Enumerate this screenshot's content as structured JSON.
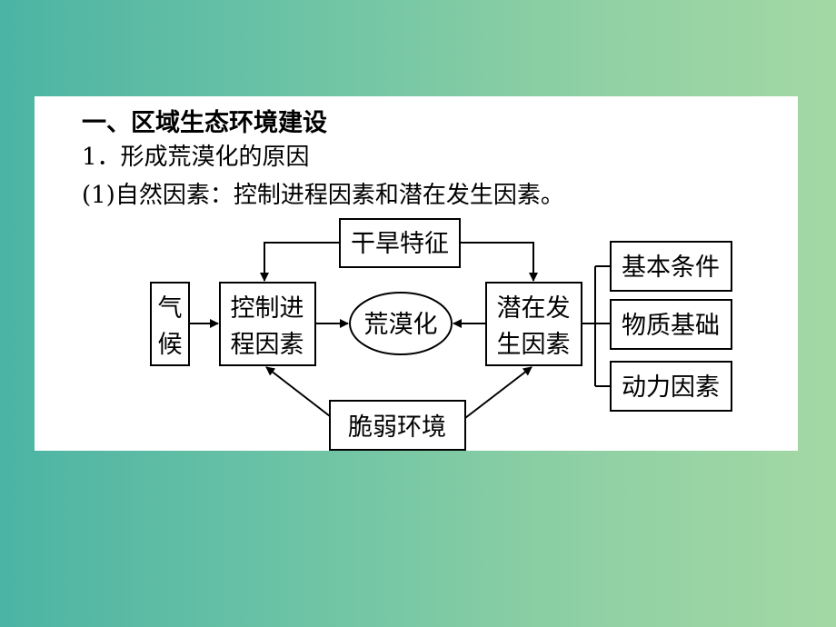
{
  "heading": "一、区域生态环境建设",
  "line1": "1．形成荒漠化的原因",
  "line2": "(1)自然因素：控制进程因素和潜在发生因素。",
  "diagram": {
    "climate": [
      "气",
      "候"
    ],
    "control": [
      "控制进",
      "程因素"
    ],
    "desert": "荒漠化",
    "potential": [
      "潜在发",
      "生因素"
    ],
    "drought": "干旱特征",
    "fragile": "脆弱环境",
    "basic": "基本条件",
    "material": "物质基础",
    "power": "动力因素"
  }
}
